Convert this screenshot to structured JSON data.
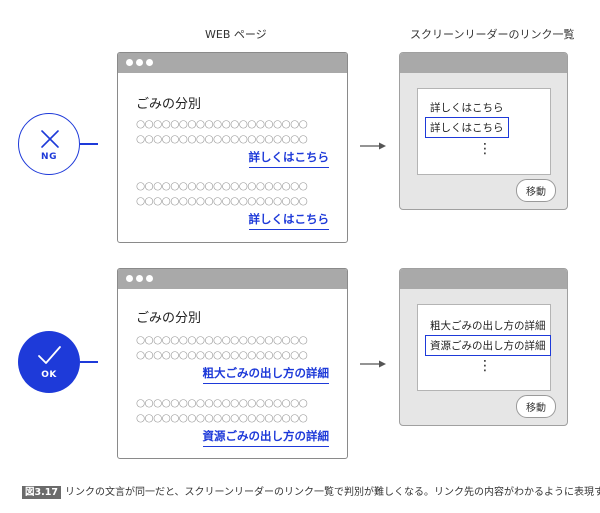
{
  "labels": {
    "web_page": "WEB ページ",
    "screen_reader_list": "スクリーンリーダーのリンク一覧"
  },
  "colors": {
    "accent": "#1e3ad9",
    "chrome": "#a9a9a9",
    "panel": "#e6e6e6"
  },
  "rows": {
    "bad": {
      "badge": "NG",
      "badge_icon": "cross-icon",
      "page": {
        "heading": "ごみの分別",
        "blocks": [
          {
            "lines": [
              "○○○○○○○○○○○○○○○○○○○○",
              "○○○○○○○○○○○○○○○○○○○○"
            ],
            "link": "詳しくはこちら"
          },
          {
            "lines": [
              "○○○○○○○○○○○○○○○○○○○○",
              "○○○○○○○○○○○○○○○○○○○○"
            ],
            "link": "詳しくはこちら"
          }
        ]
      },
      "screen_reader": {
        "items": [
          "詳しくはこちら",
          "詳しくはこちら"
        ],
        "more": "⋮",
        "button": "移動"
      }
    },
    "good": {
      "badge": "OK",
      "badge_icon": "check-icon",
      "page": {
        "heading": "ごみの分別",
        "blocks": [
          {
            "lines": [
              "○○○○○○○○○○○○○○○○○○○○",
              "○○○○○○○○○○○○○○○○○○○○"
            ],
            "link": "粗大ごみの出し方の詳細"
          },
          {
            "lines": [
              "○○○○○○○○○○○○○○○○○○○○",
              "○○○○○○○○○○○○○○○○○○○○"
            ],
            "link": "資源ごみの出し方の詳細"
          }
        ]
      },
      "screen_reader": {
        "items": [
          "粗大ごみの出し方の詳細",
          "資源ごみの出し方の詳細"
        ],
        "more": "⋮",
        "button": "移動"
      }
    }
  },
  "caption": {
    "figure_number": "図3.17",
    "text": "リンクの文言が同一だと、スクリーンリーダーのリンク一覧で判別が難しくなる。リンク先の内容がわかるように表現する"
  }
}
